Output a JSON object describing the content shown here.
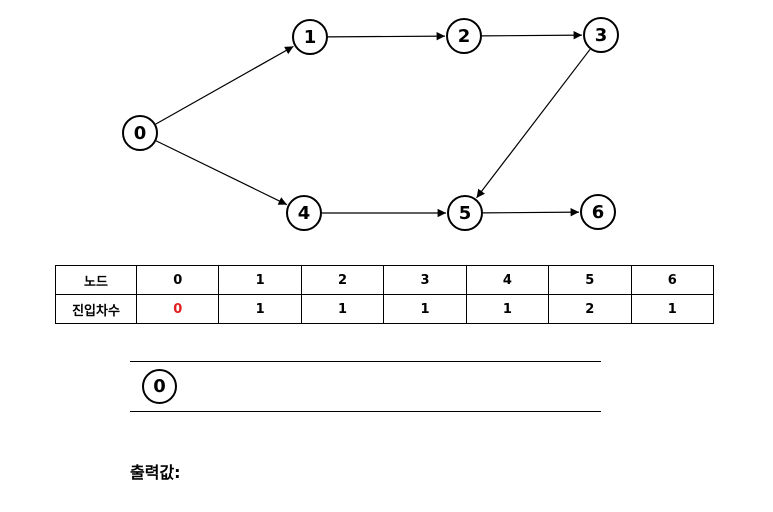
{
  "graph": {
    "nodes": [
      "0",
      "1",
      "2",
      "3",
      "4",
      "5",
      "6"
    ],
    "edges": [
      [
        "0",
        "1"
      ],
      [
        "0",
        "4"
      ],
      [
        "1",
        "2"
      ],
      [
        "2",
        "3"
      ],
      [
        "3",
        "5"
      ],
      [
        "4",
        "5"
      ],
      [
        "5",
        "6"
      ]
    ]
  },
  "table": {
    "row_headers": [
      "노드",
      "진입차수"
    ],
    "nodes": [
      "0",
      "1",
      "2",
      "3",
      "4",
      "5",
      "6"
    ],
    "indegree": [
      "0",
      "1",
      "1",
      "1",
      "1",
      "2",
      "1"
    ]
  },
  "queue": {
    "items": [
      "0"
    ]
  },
  "output": {
    "label": "출력값:"
  },
  "colors": {
    "highlight": "#e02020",
    "line": "#000000"
  }
}
